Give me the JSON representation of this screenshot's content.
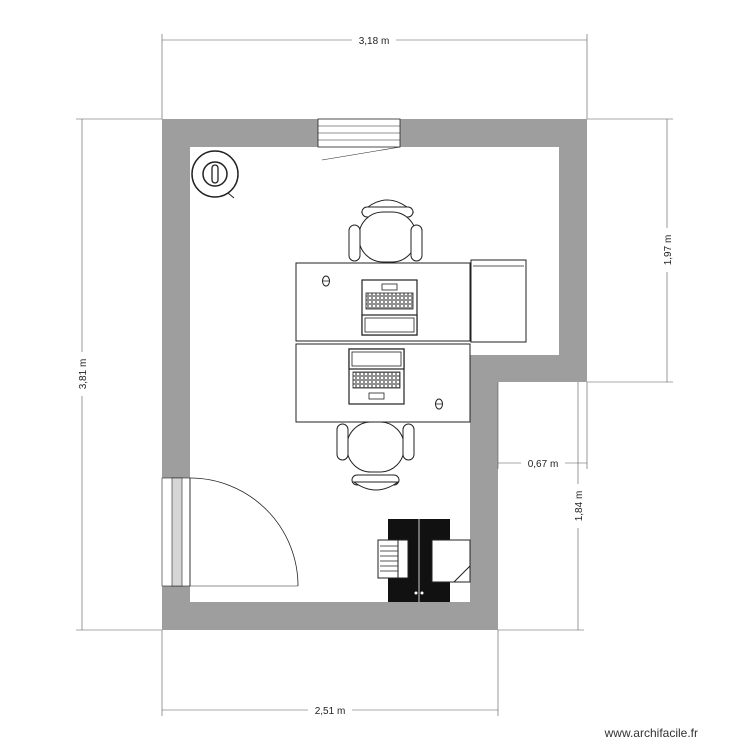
{
  "dimensions": {
    "top_width": "3,18 m",
    "left_height": "3,81 m",
    "right_upper_height": "1,97 m",
    "notch_width": "0,67 m",
    "right_lower_height": "1,84 m",
    "bottom_width": "2,51 m"
  },
  "watermark": "www.archifacile.fr",
  "colors": {
    "wall": "#9e9e9e",
    "line": "#222222",
    "fill_dark": "#111111"
  }
}
